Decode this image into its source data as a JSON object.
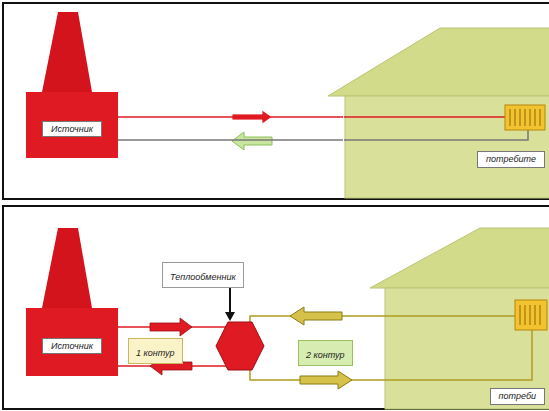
{
  "diagram": {
    "nodes": [
      {
        "text": [
          "Источник"
        ]
      },
      {
        "text": [
          "потребите"
        ]
      },
      {
        "text": [
          "Теплообменник"
        ]
      },
      {
        "text": [
          "Источник"
        ]
      },
      {
        "text": [
          "1 контур"
        ]
      },
      {
        "text": [
          "2 контур"
        ]
      },
      {
        "text": [
          "потреби"
        ]
      }
    ],
    "edges": [
      {
        "from": 0,
        "to": 1,
        "arrow": "none"
      },
      {
        "from": 1,
        "to": 0,
        "arrow": "none"
      }
    ]
  }
}
